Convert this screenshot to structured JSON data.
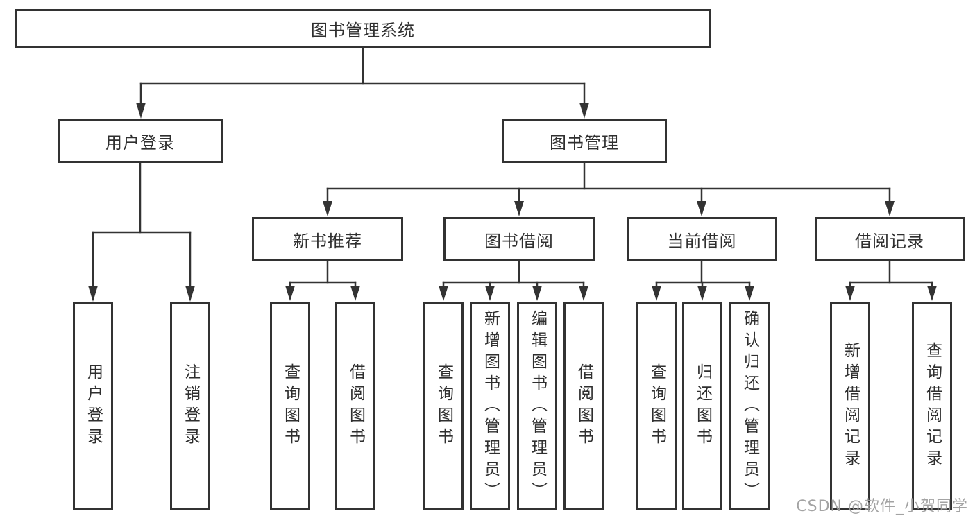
{
  "colors": {
    "line": "#333333",
    "box_border": "#323232",
    "text": "#2f2f2f",
    "box_background": "#ffffff",
    "watermark": "#9e9e9e"
  },
  "tree": {
    "root": {
      "label": "图书管理系统"
    },
    "branches": [
      {
        "id": "user-login",
        "label": "用户登录",
        "leaves": [
          {
            "label": "用户登录"
          },
          {
            "label": "注销登录"
          }
        ]
      },
      {
        "id": "book-management",
        "label": "图书管理",
        "groups": [
          {
            "label": "新书推荐",
            "leaves": [
              {
                "label": "查询图书"
              },
              {
                "label": "借阅图书"
              }
            ]
          },
          {
            "label": "图书借阅",
            "leaves": [
              {
                "label": "查询图书"
              },
              {
                "label": "新增图书（管理员）"
              },
              {
                "label": "编辑图书（管理员）"
              },
              {
                "label": "借阅图书"
              }
            ]
          },
          {
            "label": "当前借阅",
            "leaves": [
              {
                "label": "查询图书"
              },
              {
                "label": "归还图书"
              },
              {
                "label": "确认归还（管理员）"
              }
            ]
          },
          {
            "label": "借阅记录",
            "leaves": [
              {
                "label": "新增借阅记录"
              },
              {
                "label": "查询借阅记录"
              }
            ]
          }
        ]
      }
    ]
  },
  "watermark": {
    "label": "CSDN @软件_小贺同学"
  }
}
